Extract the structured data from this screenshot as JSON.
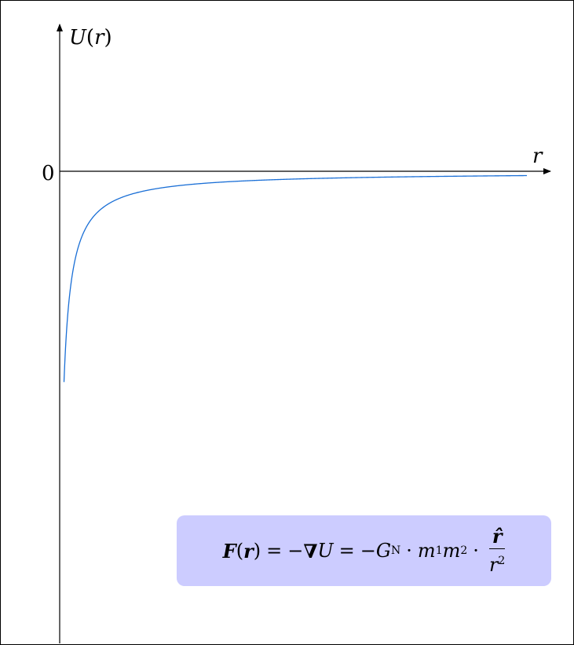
{
  "chart_data": {
    "type": "line",
    "title": "",
    "xlabel": "r",
    "ylabel": "U(r)",
    "y_tick_labels": [
      "0"
    ],
    "grid": false,
    "legend": "none",
    "curve_color": "#1a6fd6",
    "series": [
      {
        "function": "U(r) = -k / r",
        "note": ""
      }
    ],
    "annotation": {
      "text": "F(r) = −∇U = −G_N · m1m2 · r̂/r²",
      "background": "#ccccff"
    }
  },
  "labels": {
    "y_axis": "U(r)",
    "x_axis": "r",
    "zero_tick": "0"
  },
  "formula": {
    "F": "F",
    "r_arg": "r",
    "eq1": "=",
    "neg1": "−",
    "nabla": "∇",
    "U": "U",
    "eq2": "=",
    "neg2": "−",
    "G": "G",
    "G_sub": "N",
    "dot1": "·",
    "m1": "m",
    "m1_sub": "1",
    "m2": "m",
    "m2_sub": "2",
    "dot2": "·",
    "rhat": "r̂",
    "r_den": "r",
    "r_den_exp": "2"
  }
}
